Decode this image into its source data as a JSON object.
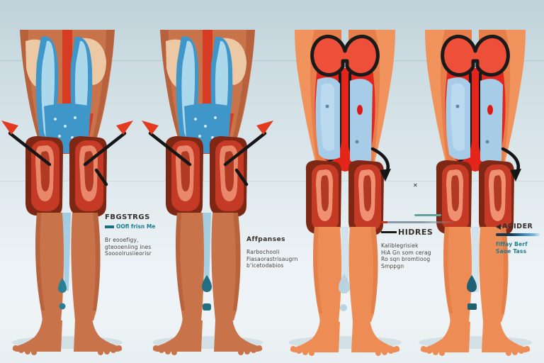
{
  "meta": {
    "description": "Medical illustration: four frontal leg pairs showing progressive muscle and lymph anatomy with indicator arrows, drip icons and caption blocks"
  },
  "background": {
    "top": "#bfd1d9",
    "middle": "#dde8ec",
    "bottom": "#eef4f6"
  },
  "palette": {
    "skin_dark": "#c9734a",
    "skin_dark_shade": "#a5502f",
    "skin_light": "#ee8c55",
    "skin_light_shade": "#d9703d",
    "muscle_red": "#d63b24",
    "bright_red": "#e3251c",
    "knee_dark": "#7e2714",
    "knee_muscle": "#c43a25",
    "knee_tendon": "#ef9070",
    "lymph_blue": "#3f97c9",
    "lymph_light": "#bfe3f2",
    "pad_blue": "#a6cce7",
    "drip_teal": "#2a7f95",
    "drip_pale": "#b9d3e2",
    "arrow_black": "#161616",
    "arrowhead_red": "#e23b1f",
    "text_dark": "#3b3430",
    "text_teal": "#1b7c8e",
    "foot_shadow": "#d3e0e6"
  },
  "figures": [
    {
      "name": "leg-pair-1",
      "style": "posterior-lymph-overlay",
      "skin": "dark-tan",
      "arrows": [
        "up-left",
        "up-right"
      ],
      "drip_color": "#2a7f95"
    },
    {
      "name": "leg-pair-2",
      "style": "posterior-lymph-overlay",
      "skin": "dark-tan",
      "arrows": [
        "up-left",
        "up-right"
      ],
      "drip_color": "#246f83"
    },
    {
      "name": "leg-pair-3",
      "style": "anterior-outlined-muscle",
      "skin": "light-orange",
      "arrows": [
        "curved-down-right"
      ],
      "drip_color": "#b9d3e2"
    },
    {
      "name": "leg-pair-4",
      "style": "anterior-outlined-muscle",
      "skin": "light-orange",
      "arrows": [
        "curved-down-right"
      ],
      "drip_color": "#1f6073"
    }
  ],
  "labels": [
    {
      "heading": "FBGSTRGS",
      "subheading": "OOfl frisn Me",
      "body": [
        "Br eooefigy,",
        "gteooeniing ines",
        "Soooolrusiieorisr"
      ]
    },
    {
      "heading": "Affpanses",
      "subheading": "",
      "body": [
        "Rarbochooli",
        "Fiasaorastrisaugrn",
        "b'icetodabios"
      ]
    },
    {
      "heading": "HIDRES",
      "subheading": "",
      "body": [
        "Kaliblegrisiek",
        "HiA Gn som cerag",
        "Ro sqn bromtioog",
        "Smppgn"
      ]
    },
    {
      "heading": "AGIDER",
      "subheading": "",
      "body": [
        "fiffay Berf",
        "Saoe Tass"
      ]
    }
  ],
  "marks": {
    "x_glyph": "✕"
  }
}
